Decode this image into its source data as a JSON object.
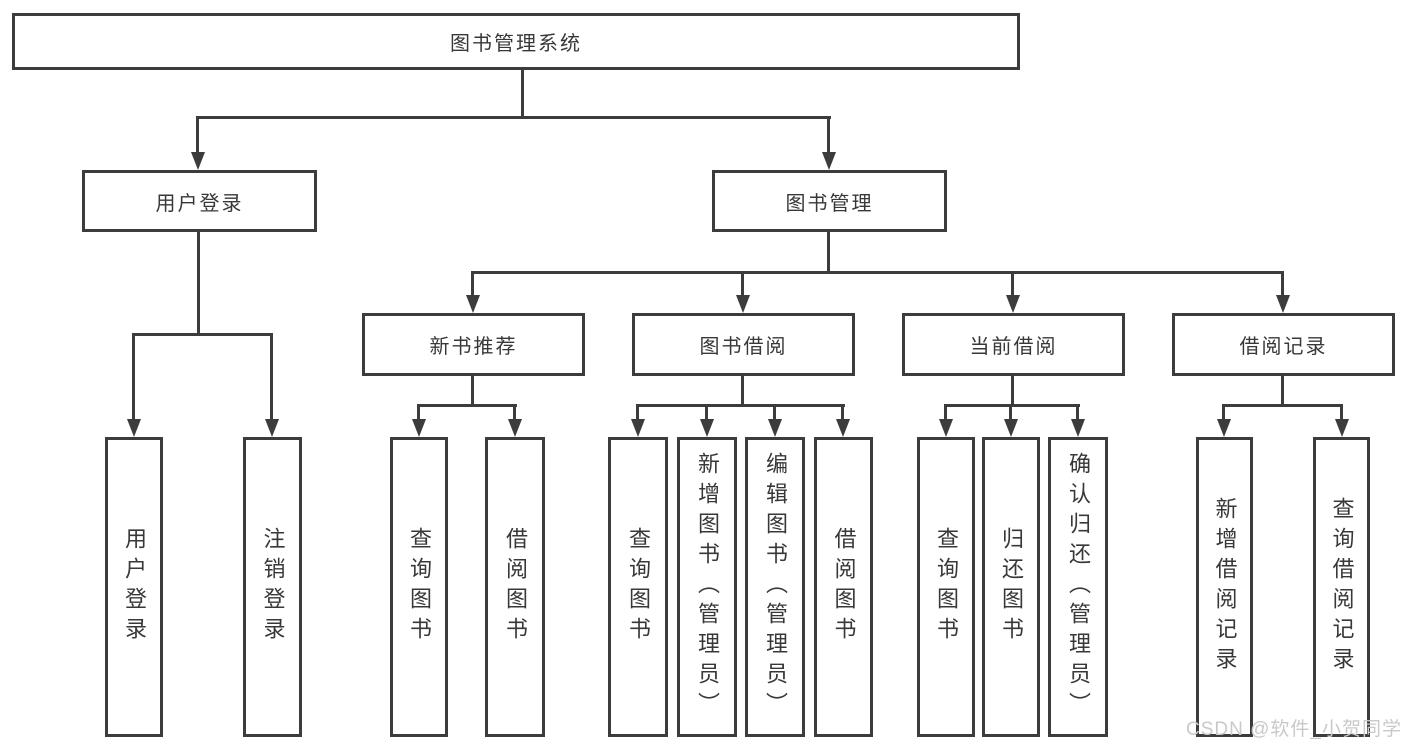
{
  "diagram": {
    "title_node": {
      "label": "图书管理系统"
    },
    "level2": [
      {
        "label": "用户登录"
      },
      {
        "label": "图书管理"
      }
    ],
    "level3": [
      {
        "label": "新书推荐",
        "parent": "图书管理"
      },
      {
        "label": "图书借阅",
        "parent": "图书管理"
      },
      {
        "label": "当前借阅",
        "parent": "图书管理"
      },
      {
        "label": "借阅记录",
        "parent": "图书管理"
      }
    ],
    "leaves": [
      {
        "label": "用户登录",
        "parent": "用户登录"
      },
      {
        "label": "注销登录",
        "parent": "用户登录"
      },
      {
        "label": "查询图书",
        "parent": "新书推荐"
      },
      {
        "label": "借阅图书",
        "parent": "新书推荐"
      },
      {
        "label": "查询图书",
        "parent": "图书借阅"
      },
      {
        "label": "新增图书（管理员）",
        "parent": "图书借阅"
      },
      {
        "label": "编辑图书（管理员）",
        "parent": "图书借阅"
      },
      {
        "label": "借阅图书",
        "parent": "图书借阅"
      },
      {
        "label": "查询图书",
        "parent": "当前借阅"
      },
      {
        "label": "归还图书",
        "parent": "当前借阅"
      },
      {
        "label": "确认归还（管理员）",
        "parent": "当前借阅"
      },
      {
        "label": "新增借阅记录",
        "parent": "借阅记录"
      },
      {
        "label": "查询借阅记录",
        "parent": "借阅记录"
      }
    ]
  },
  "watermark": {
    "text": "CSDN @软件_小贺同学"
  },
  "colors": {
    "line": "#3c3c3c",
    "text": "#383838",
    "watermark": "#c9c9c9",
    "background": "#ffffff"
  }
}
